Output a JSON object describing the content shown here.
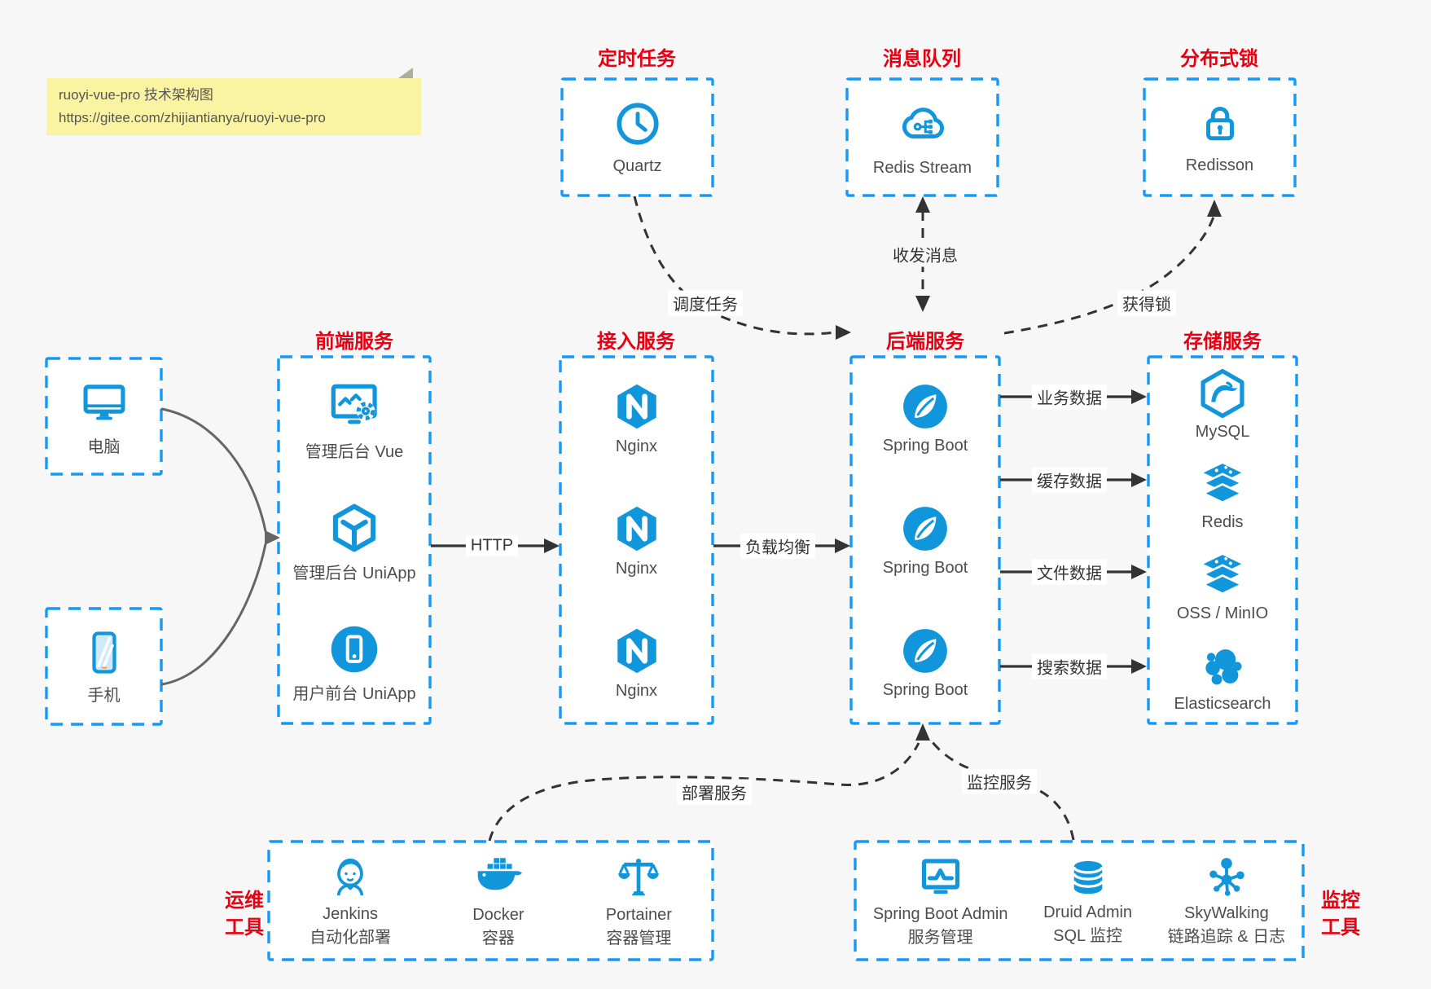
{
  "note": {
    "line1": "ruoyi-vue-pro 技术架构图",
    "line2": "https://gitee.com/zhijiantianya/ruoyi-vue-pro"
  },
  "groups": {
    "scheduled": {
      "title": "定时任务",
      "label": "Quartz"
    },
    "mq": {
      "title": "消息队列",
      "label": "Redis Stream"
    },
    "lock": {
      "title": "分布式锁",
      "label": "Redisson"
    },
    "clients": {
      "computer": "电脑",
      "phone": "手机"
    },
    "frontend": {
      "title": "前端服务",
      "items": [
        "管理后台 Vue",
        "管理后台 UniApp",
        "用户前台 UniApp"
      ]
    },
    "gateway": {
      "title": "接入服务",
      "items": [
        "Nginx",
        "Nginx",
        "Nginx"
      ]
    },
    "backend": {
      "title": "后端服务",
      "items": [
        "Spring Boot",
        "Spring Boot",
        "Spring Boot"
      ]
    },
    "storage": {
      "title": "存储服务",
      "items": [
        "MySQL",
        "Redis",
        "OSS / MinIO",
        "Elasticsearch"
      ]
    },
    "ops": {
      "title": [
        "运维",
        "工具"
      ],
      "items": [
        {
          "name": "Jenkins",
          "desc": "自动化部署"
        },
        {
          "name": "Docker",
          "desc": "容器"
        },
        {
          "name": "Portainer",
          "desc": "容器管理"
        }
      ]
    },
    "monitor": {
      "title": [
        "监控",
        "工具"
      ],
      "items": [
        {
          "name": "Spring Boot Admin",
          "desc": "服务管理"
        },
        {
          "name": "Druid Admin",
          "desc": "SQL 监控"
        },
        {
          "name": "SkyWalking",
          "desc": "链路追踪 & 日志"
        }
      ]
    }
  },
  "edges": {
    "http": "HTTP",
    "load_balance": "负载均衡",
    "business_data": "业务数据",
    "cache_data": "缓存数据",
    "file_data": "文件数据",
    "search_data": "搜索数据",
    "schedule_task": "调度任务",
    "send_receive_msg": "收发消息",
    "acquire_lock": "获得锁",
    "deploy_service": "部署服务",
    "monitor_service": "监控服务"
  },
  "colors": {
    "border_blue": "#1699f6",
    "icon_blue": "#1296db",
    "title_red": "#e60012",
    "arrow_dark": "#333333",
    "client_arrow_gray": "#666666",
    "note_bg": "#faf3a1",
    "page_bg": "#f7f7f7",
    "box_bg": "#ffffff"
  }
}
